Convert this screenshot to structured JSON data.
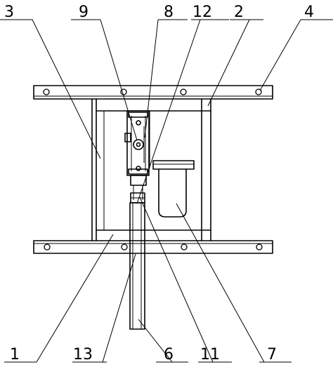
{
  "labels": {
    "top": [
      "3",
      "9",
      "8",
      "12",
      "2",
      "4"
    ],
    "bottom": [
      "1",
      "13",
      "6",
      "11",
      "7"
    ]
  }
}
